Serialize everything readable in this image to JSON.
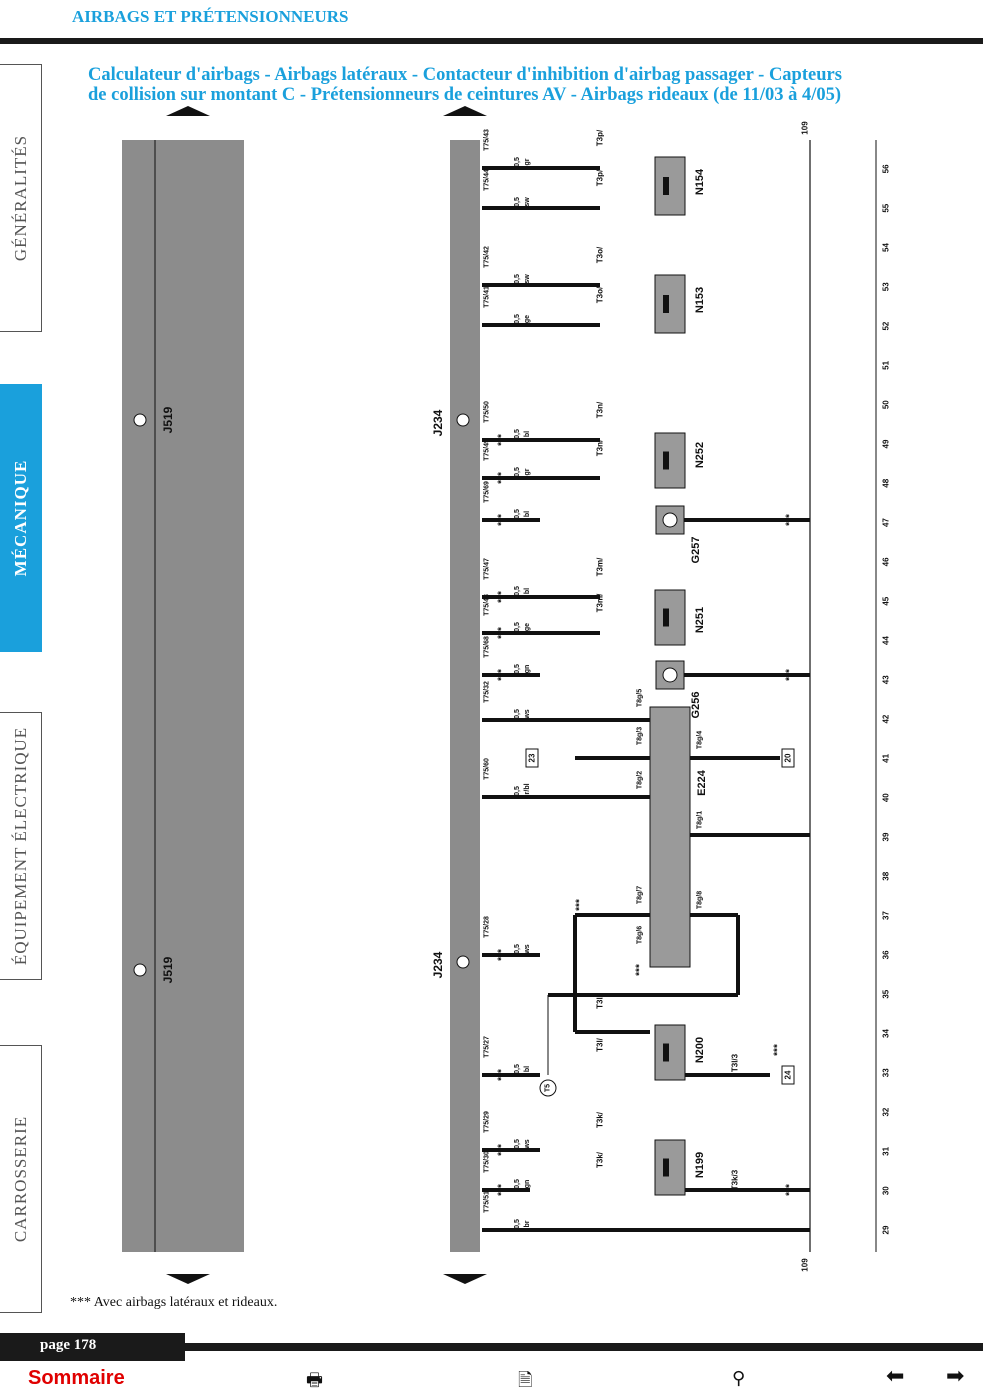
{
  "header": {
    "title": "AIRBAGS ET PRÉTENSIONNEURS"
  },
  "side_tabs": [
    {
      "label": "GÉNÉRALITÉS",
      "active": false
    },
    {
      "label": "MÉCANIQUE",
      "active": true
    },
    {
      "label": "ÉQUIPEMENT ÉLECTRIQUE",
      "active": false
    },
    {
      "label": "CARROSSERIE",
      "active": false
    }
  ],
  "diagram": {
    "title_line1": "Calculateur d'airbags - Airbags latéraux - Contacteur d'inhibition d'airbag passager - Capteurs",
    "title_line2": "de collision sur montant C - Prétensionneurs de ceintures AV - Airbags rideaux (de 11/03 à 4/05)",
    "module_left": "J519",
    "module_main": "J234",
    "rail_label": "109",
    "stars": "***",
    "columns": [
      "29",
      "30",
      "31",
      "32",
      "33",
      "34",
      "35",
      "36",
      "37",
      "38",
      "39",
      "40",
      "41",
      "42",
      "43",
      "44",
      "45",
      "46",
      "47",
      "48",
      "49",
      "50",
      "51",
      "52",
      "53",
      "54",
      "55",
      "56"
    ],
    "pins": [
      "T75/51",
      "T75/30",
      "T75/29",
      "T75/27",
      "T75/28",
      "T75/60",
      "T75/32",
      "T75/68",
      "T75/48",
      "T75/47",
      "T75/69",
      "T75/49",
      "T75/50",
      "T75/41",
      "T75/42",
      "T75/44",
      "T75/43"
    ],
    "wire_sizes": [
      "0,5",
      "0,5",
      "0,5",
      "0,5",
      "0,5",
      "0,5",
      "0,5",
      "0,5",
      "0,5",
      "0,5",
      "0,5",
      "0,5",
      "0,5",
      "0,5",
      "0,5",
      "0,5",
      "0,5"
    ],
    "wire_colors": [
      "br",
      "gn",
      "ws",
      "bl",
      "ws",
      "gr/bl",
      "ws",
      "gn",
      "ge",
      "bl",
      "bl",
      "gr",
      "bl",
      "ge",
      "sw",
      "sw",
      "gr"
    ],
    "components": [
      {
        "id": "N199",
        "name": "N",
        "sub": "199"
      },
      {
        "id": "N200",
        "name": "N",
        "sub": "200"
      },
      {
        "id": "N251",
        "name": "N",
        "sub": "251"
      },
      {
        "id": "N252",
        "name": "N",
        "sub": "252"
      },
      {
        "id": "N153",
        "name": "N",
        "sub": "153"
      },
      {
        "id": "N154",
        "name": "N",
        "sub": "154"
      },
      {
        "id": "G256",
        "name": "G",
        "sub": "256"
      },
      {
        "id": "G257",
        "name": "G",
        "sub": "257"
      },
      {
        "id": "E224",
        "name": "E",
        "sub": "224"
      }
    ],
    "connectors": [
      "T3k/",
      "T3l/",
      "T3m/",
      "T3n/",
      "T3o/",
      "T3p/",
      "T3k/3",
      "T3l/3"
    ],
    "e224_pins": [
      "T8g/1",
      "T8g/2",
      "T8g/3",
      "T8g/4",
      "T8g/5",
      "T8g/6",
      "T8g/7",
      "T8g/8"
    ],
    "refs": [
      "23",
      "20",
      "24"
    ],
    "ground_label": "T5",
    "extra_labels": {
      "ws_0_5": "0,5 ws",
      "bl_0_5": "0,5 bl",
      "size": "0,5",
      "br": "br",
      "gr": "gr",
      "ws": "ws",
      "bl": "bl"
    }
  },
  "footnote": "*** Avec airbags latéraux et rideaux.",
  "footer": {
    "page": "page 178",
    "sommaire": "Sommaire"
  }
}
